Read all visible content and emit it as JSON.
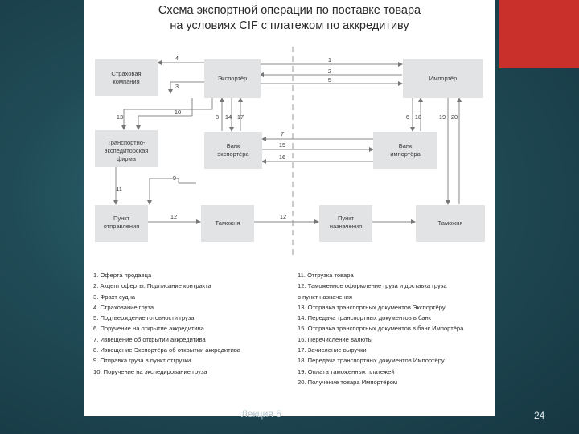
{
  "slide": {
    "footer": "Лекция 6",
    "page_number": "24",
    "accent_color": "#c9302c",
    "background_color": "#1f4a55"
  },
  "title": {
    "line1": "Схема экспортной операции по поставке товара",
    "line2": "на условиях CIF с платежом по аккредитиву"
  },
  "nodes": {
    "insurance": [
      "Страховая",
      "компания"
    ],
    "exporter": [
      "Экспортёр"
    ],
    "importer": [
      "Импортёр"
    ],
    "forwarder": [
      "Транспортно-",
      "экспедиторская",
      "фирма"
    ],
    "exporter_bank": [
      "Банк",
      "экспортёра"
    ],
    "importer_bank": [
      "Банк",
      "импортёра"
    ],
    "departure": [
      "Пункт",
      "отправления"
    ],
    "customs_export": [
      "Таможня"
    ],
    "destination": [
      "Пункт",
      "назначения"
    ],
    "customs_import": [
      "Таможня"
    ]
  },
  "arrow_numbers": [
    "4",
    "3",
    "13",
    "10",
    "1",
    "2",
    "5",
    "8",
    "14",
    "17",
    "6",
    "18",
    "19",
    "20",
    "7",
    "15",
    "16",
    "9",
    "11",
    "12",
    "12"
  ],
  "legend_left": [
    "1. Оферта продавца",
    "2. Акцепт оферты. Подписание контракта",
    "3. Фрахт судна",
    "4. Страхование груза",
    "5. Подтверждение готовности груза",
    "6. Поручение на открытие аккредитива",
    "7. Извещение об открытии аккредитива",
    "8. Извещение Экспортёра об открытии аккредитива",
    "9. Отправка груза в пункт отгрузки",
    "10. Поручение на экспедирование груза"
  ],
  "legend_right": [
    "11. Отгрузка товара",
    "12. Таможенное оформление груза и доставка груза",
    "в пункт назначения",
    "13. Отправка транспортных документов Экспортёру",
    "14. Передача транспортных документов в банк",
    "15. Отправка транспортных документов в банк Импортёра",
    "16. Перечисление валюты",
    "17. Зачисление выручки",
    "18. Передача транспортных документов Импортёру",
    "19. Оплата таможенных платежей",
    "20. Получение товара Импортёром"
  ]
}
